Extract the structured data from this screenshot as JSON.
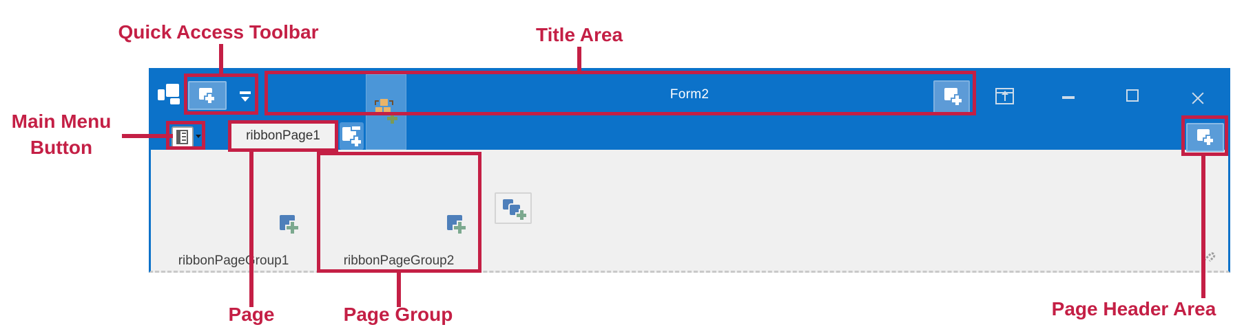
{
  "annotations": {
    "quick_access_toolbar": "Quick Access Toolbar",
    "title_area": "Title Area",
    "main_menu_button": {
      "line1": "Main Menu",
      "line2": "Button"
    },
    "page": "Page",
    "page_group": "Page Group",
    "page_header_area": "Page Header Area"
  },
  "window": {
    "title": "Form2"
  },
  "ribbon": {
    "page_tab": "ribbonPage1",
    "groups": [
      {
        "caption": "ribbonPageGroup1"
      },
      {
        "caption": "ribbonPageGroup2"
      }
    ]
  },
  "icons": {
    "application_logo": "three-white-rounded-rects",
    "add_quick_access_item": "white-page-with-plus",
    "qat_dropdown": "bar-over-down-triangle",
    "selected_element": "orange-org-chart-with-green-plus",
    "add_title_button": "white-page-with-plus",
    "ribbon_display_options": "window-outline-with-up-arrow",
    "minimize": "dash",
    "maximize": "square-outline",
    "close": "x-cross",
    "main_menu": "list-box-with-caret",
    "add_page": "white-page-with-dash-and-plus",
    "add_page_header_button": "white-page-with-plus",
    "add_group_item": "blue-page-with-green-plus",
    "add_page_group": "two-blue-pages-with-green-plus",
    "anchor": "gray-diagonal-pin"
  },
  "colors": {
    "annotation_red": "#c41f45",
    "title_bar_blue": "#0c72c9",
    "selection_blue": "#4b96d8",
    "button_blue": "#5a9cd8",
    "ribbon_background": "#f0f0f0",
    "glyph_blue": "#4e7fba",
    "glyph_green": "#7ca98f",
    "glyph_orange": "#e9b469",
    "window_glyphs": "#ccdbe9"
  }
}
